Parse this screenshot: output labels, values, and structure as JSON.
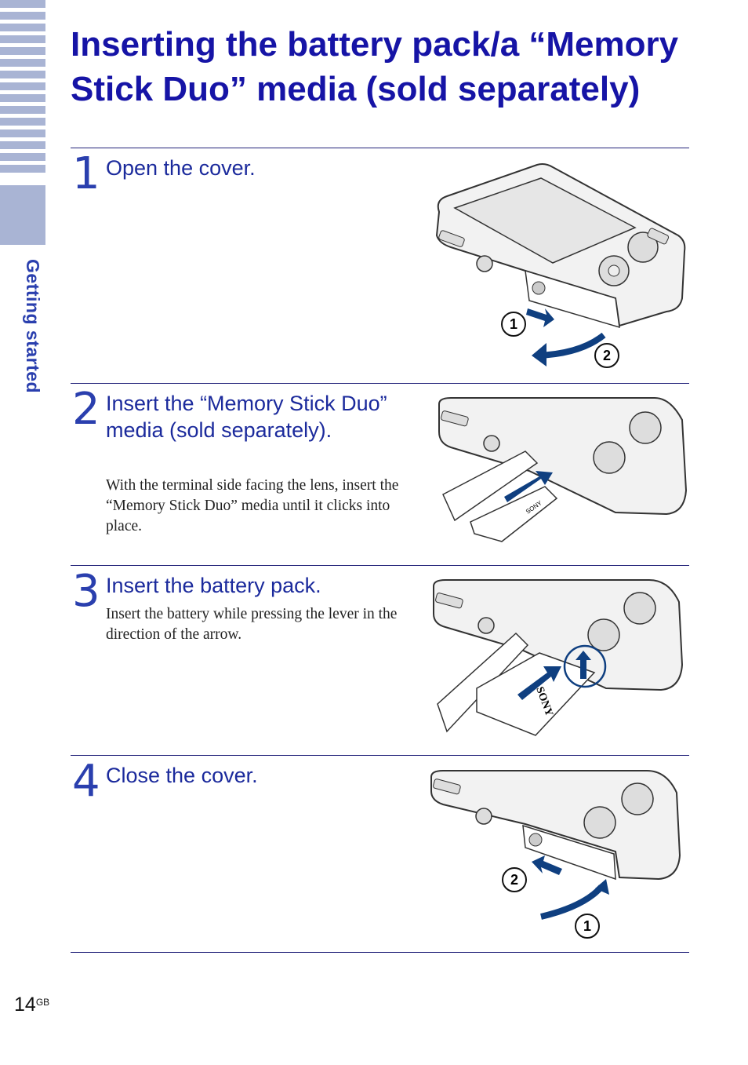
{
  "sidebar": {
    "section_label": "Getting started"
  },
  "title": "Inserting the battery pack/a “Memory Stick Duo” media (sold separately)",
  "steps": [
    {
      "number": "1",
      "heading": "Open the cover.",
      "body": "",
      "callouts": [
        "1",
        "2"
      ]
    },
    {
      "number": "2",
      "heading": "Insert the “Memory Stick Duo” media (sold separately).",
      "body": "With the terminal side facing the lens, insert the “Memory Stick Duo” media until it clicks into place.",
      "callouts": []
    },
    {
      "number": "3",
      "heading": "Insert the battery pack.",
      "body": "Insert the battery while pressing the lever in the direction of the arrow.",
      "callouts": [],
      "battery_brand": "SONY"
    },
    {
      "number": "4",
      "heading": "Close the cover.",
      "body": "",
      "callouts": [
        "2",
        "1"
      ]
    }
  ],
  "footer": {
    "page_number": "14",
    "page_suffix": "GB"
  },
  "colors": {
    "heading_blue": "#1614a6",
    "step_blue": "#2a3fae",
    "sidebar_tint": "#a9b4d4",
    "arrow_navy": "#0f3f80"
  }
}
